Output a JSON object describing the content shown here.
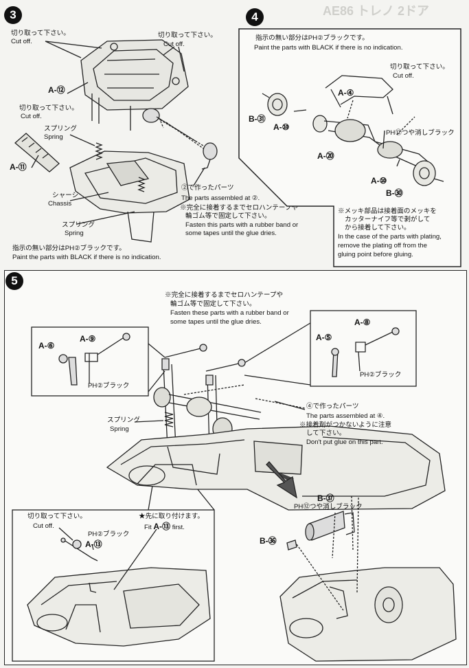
{
  "header": {
    "faint_title": "AE86 トレノ 2ドア"
  },
  "step3": {
    "number": "3",
    "cutoff_left_jp": "切り取って下さい。",
    "cutoff_left_en": "Cut off.",
    "cutoff_right_jp": "切り取って下さい。",
    "cutoff_right_en": "Cut off.",
    "cutoff_mid_jp": "切り取って下さい。",
    "cutoff_mid_en": "Cut off.",
    "part_a12": "A-⑫",
    "part_a11": "A-⑪",
    "spring_top_jp": "スプリング",
    "spring_top_en": "Spring",
    "chassis_jp": "シャーシ",
    "chassis_en": "Chassis",
    "spring_bottom_jp": "スプリング",
    "spring_bottom_en": "Spring",
    "assembled_jp": "②で作ったパーツ",
    "assembled_en": "The parts assembled at ②.",
    "note_jp_1": "※完全に接着するまでセロハンテープや",
    "note_jp_2": "輪ゴム等で固定して下さい。",
    "note_en_1": "Fasten this parts with a rubber band or",
    "note_en_2": "some tapes until the glue dries.",
    "paint_jp": "指示の無い部分はPH②ブラックです。",
    "paint_en": "Paint the parts with BLACK  if there is no indication."
  },
  "step4": {
    "number": "4",
    "paint_jp": "指示の無い部分はPH②ブラックです。",
    "paint_en": "Paint the parts with BLACK  if there is no indication.",
    "cutoff_jp": "切り取って下さい。",
    "cutoff_en": "Cut off.",
    "part_a4": "A-④",
    "part_b31": "B-㉛",
    "part_a10_top": "A-⑩",
    "part_a20": "A-⑳",
    "matte_black": "PH⑫つや消しブラック",
    "part_a10_bottom": "A-⑩",
    "part_b30": "B-㉚",
    "note_jp_1": "※メッキ部品は接着面のメッキを",
    "note_jp_2": "カッターナイフ等で剥がして",
    "note_jp_3": "から接着して下さい。",
    "note_en_1": "In the case of the parts with plating,",
    "note_en_2": "remove the plating off from the",
    "note_en_3": "gluing point before gluing."
  },
  "step5": {
    "number": "5",
    "note_jp_1": "※完全に接着するまでセロハンテープや",
    "note_jp_2": "輪ゴム等で固定して下さい。",
    "note_en_1": "Fasten these parts with a rubber band or",
    "note_en_2": "some tapes until the glue dries.",
    "inset_left": {
      "part_a6": "A-⑥",
      "part_a9": "A-⑨",
      "paint": "PH②ブラック"
    },
    "inset_right": {
      "part_a8": "A-⑧",
      "part_a5": "A-⑤",
      "paint": "PH②ブラック"
    },
    "spring_jp": "スプリング",
    "spring_en": "Spring",
    "assembled_jp": "④で作ったパーツ",
    "assembled_en": "The parts assembled at ④.",
    "noglue_jp_1": "※接着剤がつかないように注意",
    "noglue_jp_2": "して下さい。",
    "noglue_en": "Don't put glue on this part.",
    "inset_bottom": {
      "cutoff_jp": "切り取って下さい。",
      "cutoff_en": "Cut off.",
      "first_jp": "★先に取り付けます。",
      "first_en_prefix": "Fit",
      "first_en_part": "A-⑬",
      "first_en_suffix": "first.",
      "paint": "PH②ブラック",
      "part_a13": "A-⑬"
    },
    "part_b37": "B-㊲",
    "matte_black": "PH⑫つや消しブラック",
    "part_b36": "B-㊱"
  }
}
